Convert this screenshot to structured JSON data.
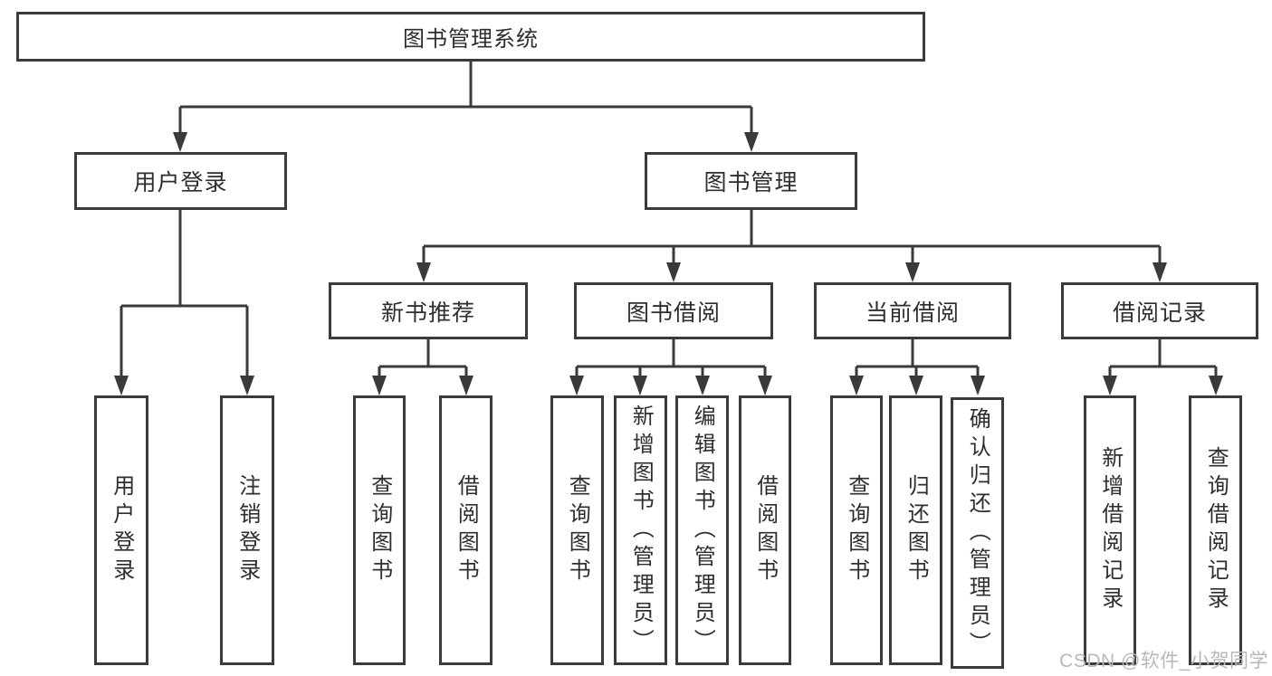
{
  "diagram": {
    "root": {
      "label": "图书管理系统"
    },
    "level2": {
      "user_login": {
        "label": "用户登录"
      },
      "book_management": {
        "label": "图书管理"
      }
    },
    "level3": {
      "new_book_recommend": {
        "label": "新书推荐"
      },
      "book_borrow": {
        "label": "图书借阅"
      },
      "current_borrow": {
        "label": "当前借阅"
      },
      "borrow_records": {
        "label": "借阅记录"
      }
    },
    "leaves": {
      "login": [
        "用户登录",
        "注销登录"
      ],
      "recommend": [
        "查询图书",
        "借阅图书"
      ],
      "borrow": [
        "查询图书",
        "新增图书（管理员）",
        "编辑图书（管理员）",
        "借阅图书"
      ],
      "current": [
        "查询图书",
        "归还图书",
        "确认归还（管理员）"
      ],
      "records": [
        "新增借阅记录",
        "查询借阅记录"
      ]
    }
  },
  "watermark": "CSDN @软件_小贺同学",
  "colors": {
    "line": "#3a3a3a",
    "text": "#2e2e30",
    "background": "#ffffff",
    "watermark": "#b8b8b8"
  }
}
